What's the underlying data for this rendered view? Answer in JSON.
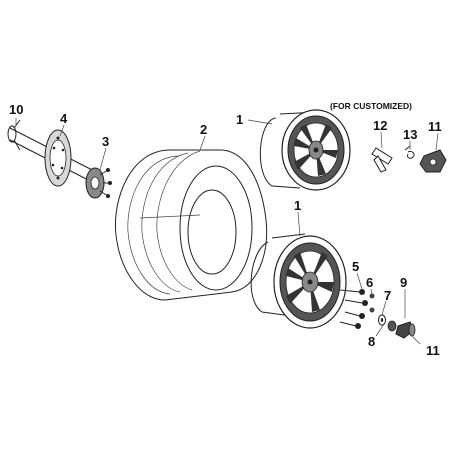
{
  "note": "(FOR CUSTOMIZED)",
  "labels": {
    "l10": "10",
    "l4": "4",
    "l3": "3",
    "l2": "2",
    "l1_top": "1",
    "l1_mid": "1",
    "l12": "12",
    "l13": "13",
    "l11_top": "11",
    "l5": "5",
    "l6": "6",
    "l9": "9",
    "l7": "7",
    "l8": "8",
    "l11_bot": "11"
  }
}
